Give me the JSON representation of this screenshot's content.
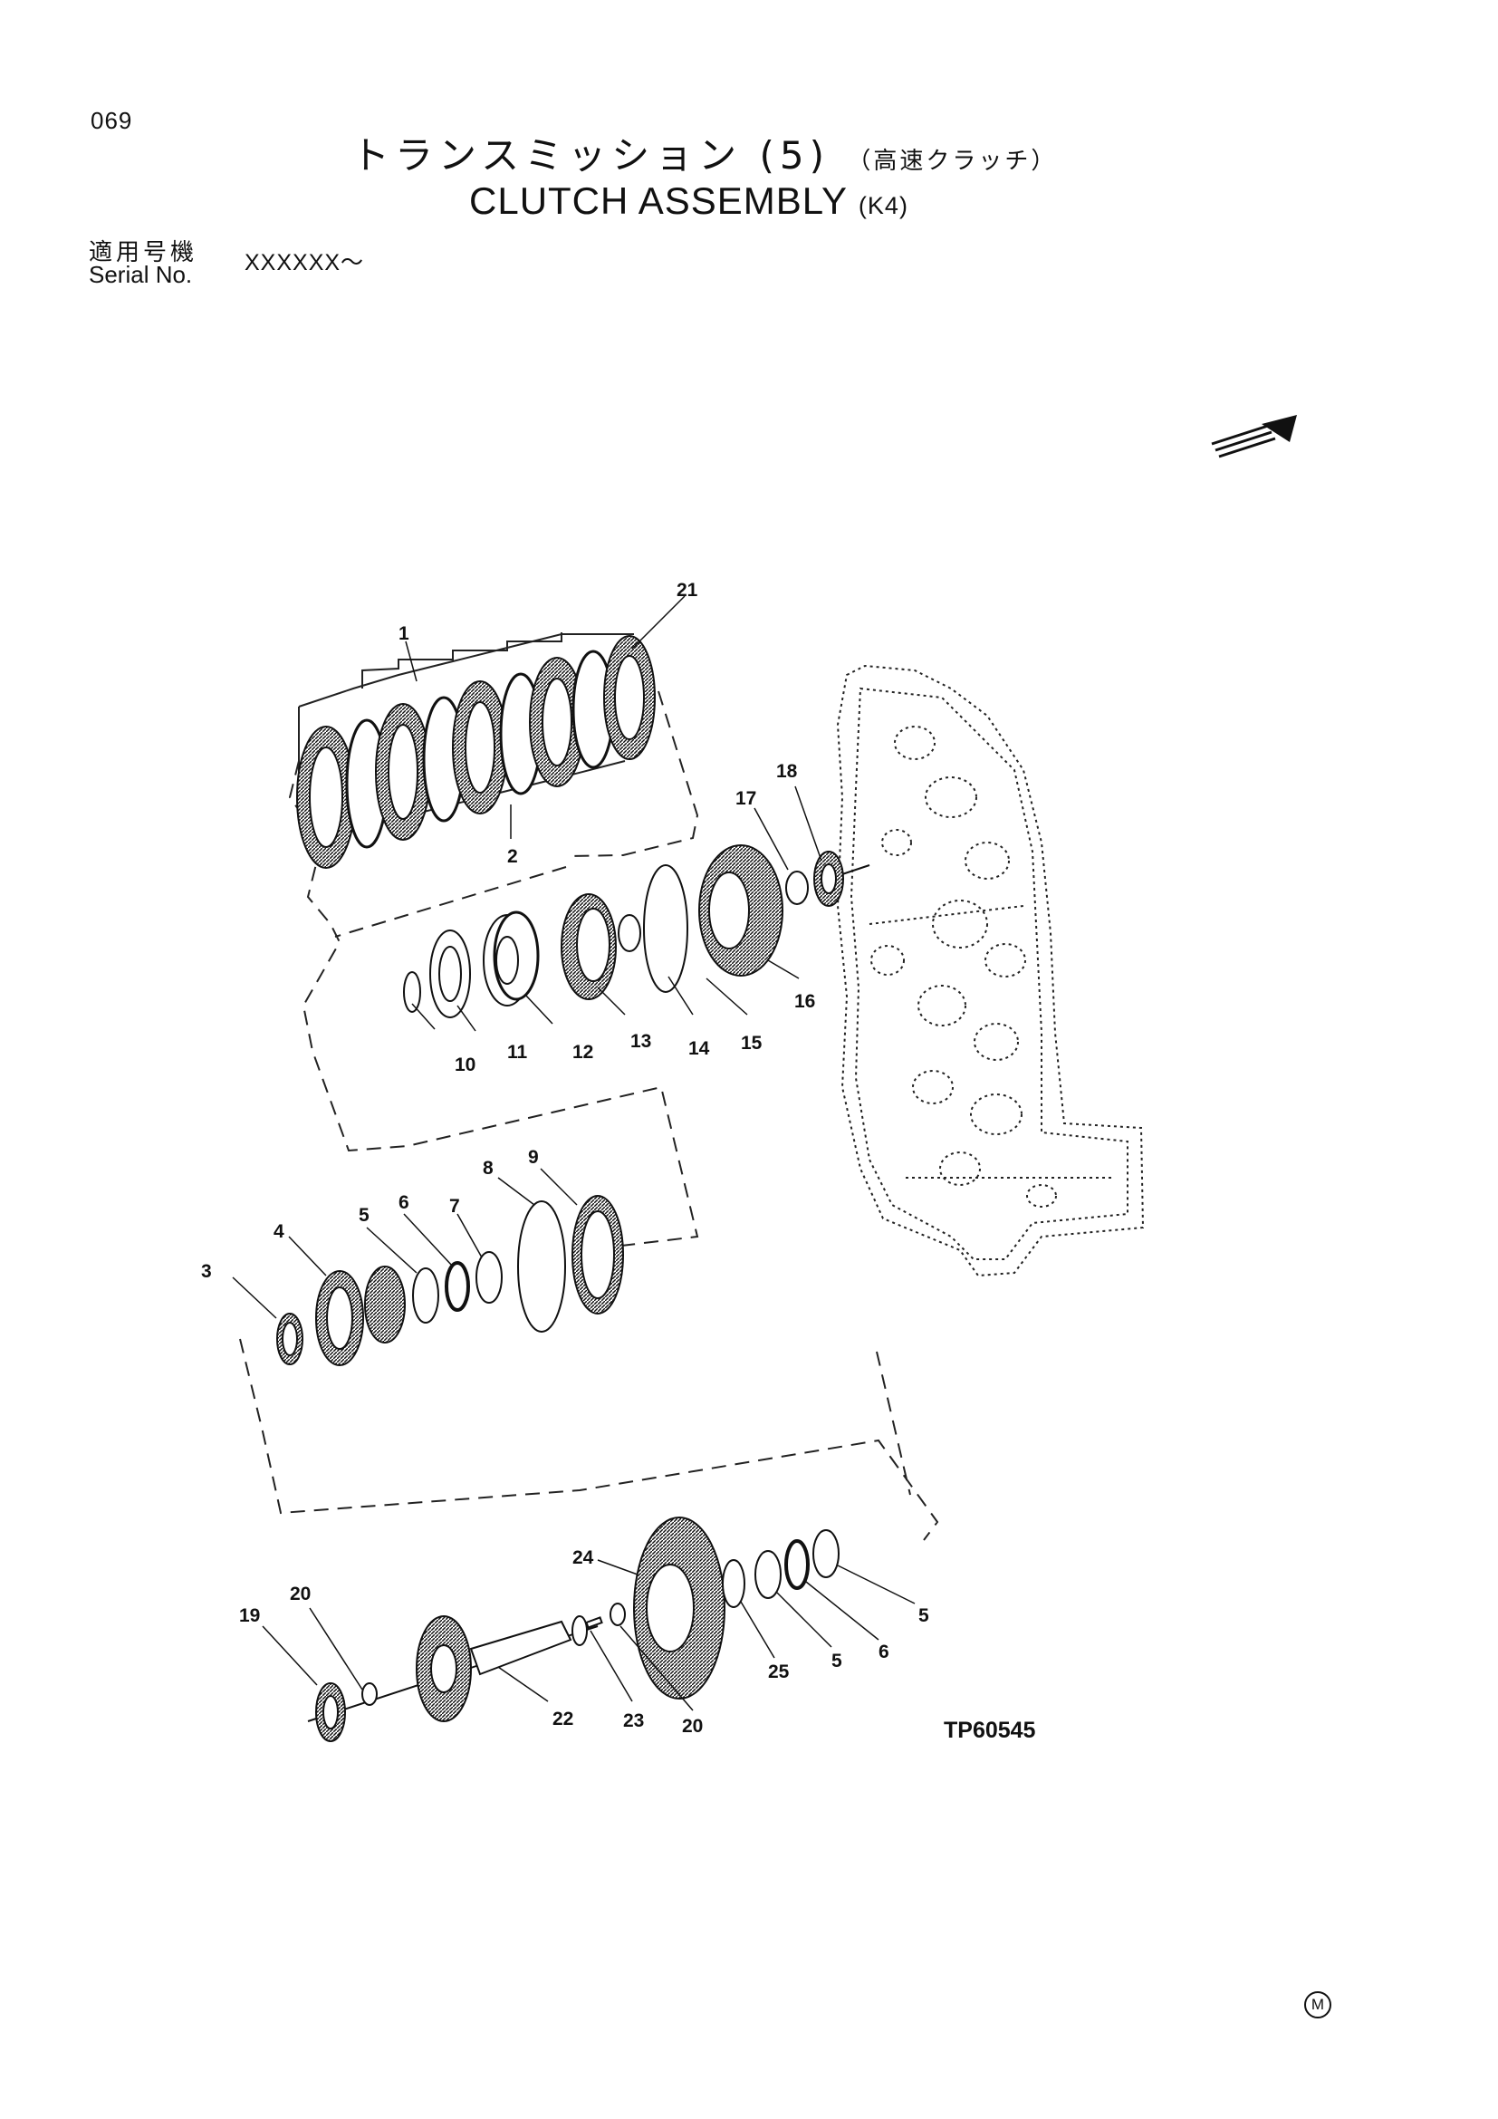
{
  "page": {
    "number": "069",
    "title_jp": "トランスミッション",
    "title_jp_num": "(5)",
    "title_jp_sub": "（高速クラッチ）",
    "title_en": "CLUTCH  ASSEMBLY",
    "title_en_sub": "(K4)",
    "serial_label_jp": "適用号機",
    "serial_label_en": "Serial No.",
    "serial_value": "XXXXXX～",
    "ref_code": "TP60545",
    "mark": "M"
  },
  "diagram": {
    "part_labels": [
      "1",
      "2",
      "3",
      "4",
      "5",
      "6",
      "7",
      "8",
      "9",
      "10",
      "11",
      "12",
      "13",
      "14",
      "15",
      "16",
      "17",
      "18",
      "19",
      "20",
      "21",
      "22",
      "23",
      "20",
      "24",
      "25",
      "5",
      "6",
      "5"
    ]
  },
  "icons": {
    "direction_arrow": "front-direction-arrow-icon",
    "mark": "circled-m-icon"
  }
}
